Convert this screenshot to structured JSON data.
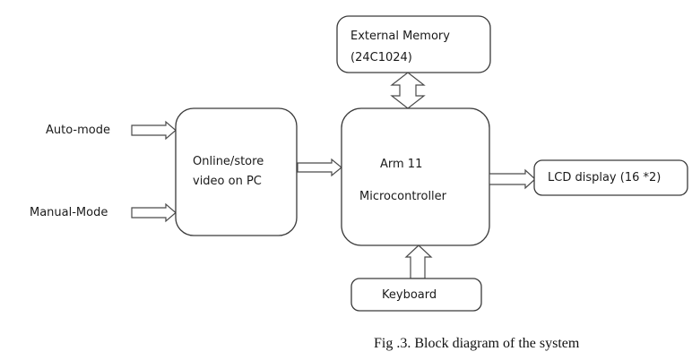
{
  "diagram": {
    "type": "block-diagram",
    "nodes": {
      "external_memory": {
        "line1": "External Memory",
        "line2": "(24C1024)"
      },
      "online_store": {
        "line1": "Online/store",
        "line2": "video on PC"
      },
      "arm": {
        "line1": "Arm 11",
        "line2": "Microcontroller"
      },
      "lcd": {
        "label": "LCD display (16 *2)"
      },
      "keyboard": {
        "label": "Keyboard"
      }
    },
    "inputs": {
      "auto_mode": "Auto-mode",
      "manual_mode": "Manual-Mode"
    },
    "edges": [
      {
        "from": "Auto-mode",
        "to": "Online/store video on PC",
        "direction": "right"
      },
      {
        "from": "Manual-Mode",
        "to": "Online/store video on PC",
        "direction": "right"
      },
      {
        "from": "Online/store video on PC",
        "to": "Arm 11 Microcontroller",
        "direction": "right"
      },
      {
        "from": "External Memory (24C1024)",
        "to": "Arm 11 Microcontroller",
        "direction": "bidirectional"
      },
      {
        "from": "Arm 11 Microcontroller",
        "to": "LCD display (16 *2)",
        "direction": "right"
      },
      {
        "from": "Keyboard",
        "to": "Arm 11 Microcontroller",
        "direction": "up"
      }
    ],
    "caption": "Fig .3. Block diagram of the system"
  }
}
